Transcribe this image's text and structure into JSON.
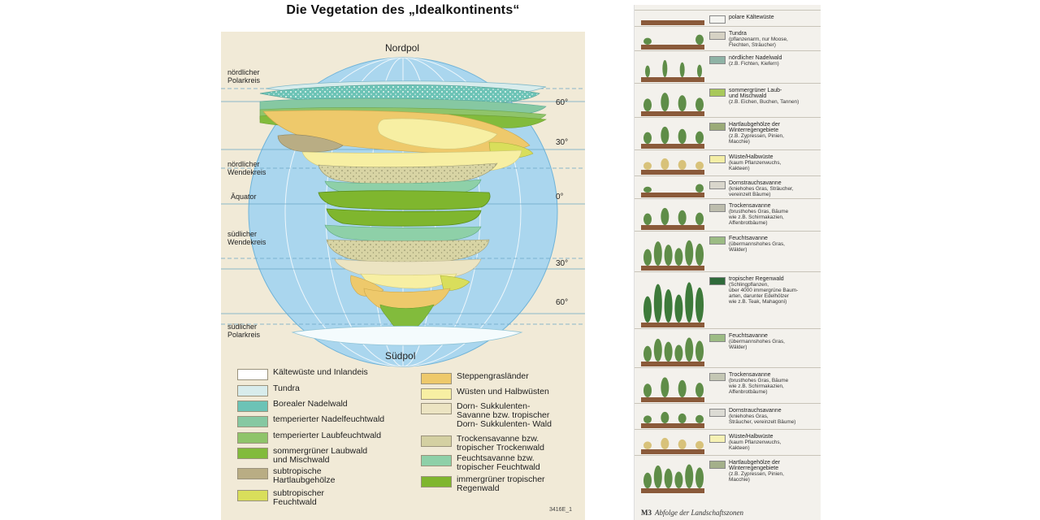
{
  "title": "Die Vegetation des „Idealkontinents“",
  "map": {
    "north_pole": "Nordpol",
    "south_pole": "Südpol",
    "code": "3416E_1",
    "zone_labels": {
      "n_polar": "nördlicher\nPolarkreis",
      "n_tropic": "nördlicher\nWendekreis",
      "equator": "Äquator",
      "s_tropic": "südlicher\nWendekreis",
      "s_polar": "südlicher\nPolarkreis"
    },
    "degrees": {
      "n60": "60°",
      "n30": "30°",
      "eq": "0°",
      "s30": "30°",
      "s60": "60°"
    }
  },
  "legend": [
    {
      "label": "Kältewüste und Inlandeis",
      "color": "#ffffff"
    },
    {
      "label": "Tundra",
      "color": "#d8ecec"
    },
    {
      "label": "Borealer Nadelwald",
      "color": "#6cc3b6"
    },
    {
      "label": "temperierter Nadelfeuchtwald",
      "color": "#86c8a2"
    },
    {
      "label": "temperierter Laubfeuchtwald",
      "color": "#8fc46a"
    },
    {
      "label": "sommergrüner Laubwald\nund Mischwald",
      "color": "#82bb3c"
    },
    {
      "label": "subtropische\nHartlaubgehölze",
      "color": "#b9ad84"
    },
    {
      "label": "subtropischer\nFeuchtwald",
      "color": "#d9de5b"
    },
    {
      "label": "Steppengrasländer",
      "color": "#eec96b"
    },
    {
      "label": "Wüsten und Halbwüsten",
      "color": "#f7efa3"
    },
    {
      "label": "Dorn- Sukkulenten-\nSavanne bzw. tropischer\nDorn- Sukkulenten- Wald",
      "color": "#ece4c2"
    },
    {
      "label": "Trockensavanne bzw.\ntropischer Trockenwald",
      "color": "#d4d0a2"
    },
    {
      "label": "Feuchtsavanne bzw.\ntropischer Feuchtwald",
      "color": "#8ed0a8"
    },
    {
      "label": "immergrüner tropischer\nRegenwald",
      "color": "#7fb62e"
    }
  ],
  "profile": {
    "caption_num": "M3",
    "caption": "Abfolge der Landschaftszonen",
    "rows": [
      {
        "name": "polare Kältewüste",
        "desc": "",
        "color": "#f4f4f0"
      },
      {
        "name": "Tundra",
        "desc": "(pflanzenarm, nur Moose,\nFlechten, Sträucher)",
        "color": "#d6d2c4"
      },
      {
        "name": "nördlicher Nadelwald",
        "desc": "(z.B. Fichten, Kiefern)",
        "color": "#8fb3a6"
      },
      {
        "name": "sommergrüner Laub-\nund Mischwald",
        "desc": "(z.B. Eichen, Buchen, Tannen)",
        "color": "#a8c85a"
      },
      {
        "name": "Hartlaubgehölze der\nWinterregengebiete",
        "desc": "(z.B. Zypressen, Pinien,\nMacchie)",
        "color": "#9bab78"
      },
      {
        "name": "Wüste/Halbwüste",
        "desc": "(kaum Pflanzenwuchs,\nKakteen)",
        "color": "#f4eea6"
      },
      {
        "name": "Dornstrauchsavanne",
        "desc": "(kniehohes Gras, Sträucher,\nvereinzelt Bäume)",
        "color": "#d9d6cc"
      },
      {
        "name": "Trockensavanne",
        "desc": "(brusthohes Gras, Bäume\nwie z.B. Schirmakazien,\nAffenbrotbäume)",
        "color": "#bdbdad"
      },
      {
        "name": "Feuchtsavanne",
        "desc": "(übermannshohes Gras,\nWälder)",
        "color": "#9cbc84"
      },
      {
        "name": "tropischer Regenwald",
        "desc": "(Schlingpflanzen,\nüber 4000 immergrüne Baum-\narten, darunter Edelhölzer\nwie z.B. Teak, Mahagoni)",
        "color": "#2f6a3a"
      },
      {
        "name": "Feuchtsavanne",
        "desc": "(übermannshohes Gras,\nWälder)",
        "color": "#9cbc84"
      },
      {
        "name": "Trockensavanne",
        "desc": "(brusthohes Gras, Bäume\nwie z.B. Schirmakazien,\nAffenbrotbäume)",
        "color": "#c4c7b4"
      },
      {
        "name": "Dornstrauchsavanne",
        "desc": "(kniehohes Gras,\nSträucher, vereinzelt Bäume)",
        "color": "#dcdbd4"
      },
      {
        "name": "Wüste/Halbwüste",
        "desc": "(kaum Pflanzenwuchs,\nKakteen)",
        "color": "#f6f1b4"
      },
      {
        "name": "Hartlaubgehölze der\nWinterregengebiete",
        "desc": "(z.B. Zypressen, Pinien,\nMacchie)",
        "color": "#a4b08a"
      }
    ]
  }
}
